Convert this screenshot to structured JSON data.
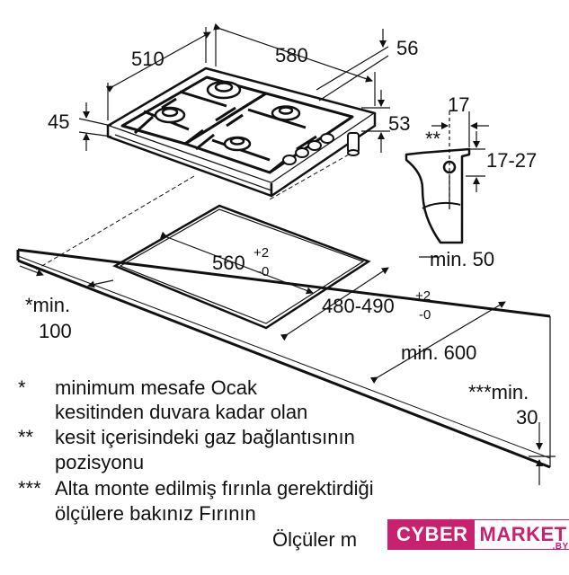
{
  "dimensions": {
    "width_510": "510",
    "width_580": "580",
    "d_56": "56",
    "d_45": "45",
    "d_53": "53",
    "d_17": "17",
    "d_17_27": "17-27",
    "stars2": "**",
    "min50": "min. 50",
    "cut_560_main": "560",
    "cut_560_sup": "+2",
    "cut_560_sub": "-0",
    "cut_480_main": "480-490",
    "cut_480_sup": "+2",
    "cut_480_sub": "-0",
    "min100_a": "*min.",
    "min100_b": "100",
    "min600": "min. 600",
    "min30_a": "***min.",
    "min30_b": "30"
  },
  "notes": [
    {
      "mark": "*",
      "line1": "minimum mesafe Ocak",
      "line2": "kesitinden duvara kadar olan"
    },
    {
      "mark": "**",
      "line1": "kesit içerisindeki gaz bağlantısının",
      "line2": "pozisyonu"
    },
    {
      "mark": "***",
      "line1": "Alta monte edilmiş fırınla gerektirdiği",
      "line2": "ölçülere bakınız Fırının"
    }
  ],
  "olculer": "Ölçüler m",
  "logo": {
    "part1": "CYBER",
    "part2": "MARKET",
    "suffix": ".BY"
  },
  "colors": {
    "logo": "#c7216f"
  }
}
